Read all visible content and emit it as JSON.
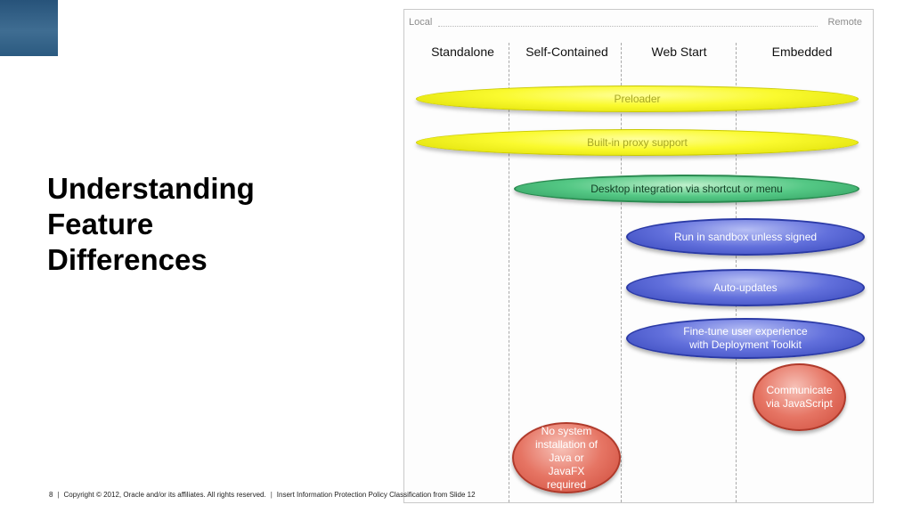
{
  "slide": {
    "title_lines": [
      "Understanding",
      "Feature",
      "Differences"
    ],
    "page_number": "8",
    "copyright": "Copyright © 2012, Oracle and/or its affiliates. All rights reserved.",
    "protection_policy": "Insert Information Protection Policy Classification from Slide 12",
    "accent_color": "#2f5d84"
  },
  "diagram": {
    "axis_left": "Local",
    "axis_right": "Remote",
    "columns": [
      "Standalone",
      "Self-Contained",
      "Web Start",
      "Embedded"
    ],
    "features": [
      {
        "label": "Preloader",
        "color": "yellow"
      },
      {
        "label": "Built-in proxy support",
        "color": "yellow"
      },
      {
        "label": "Desktop integration via shortcut or menu",
        "color": "green"
      },
      {
        "label": "Run in sandbox unless signed",
        "color": "blue"
      },
      {
        "label": "Auto-updates",
        "color": "blue"
      },
      {
        "label": "Fine-tune user experience with Deployment Toolkit",
        "color": "blue"
      },
      {
        "label": "Communicate via JavaScript",
        "color": "red"
      },
      {
        "label": "No system installation of Java or JavaFX required",
        "color": "red"
      }
    ]
  }
}
